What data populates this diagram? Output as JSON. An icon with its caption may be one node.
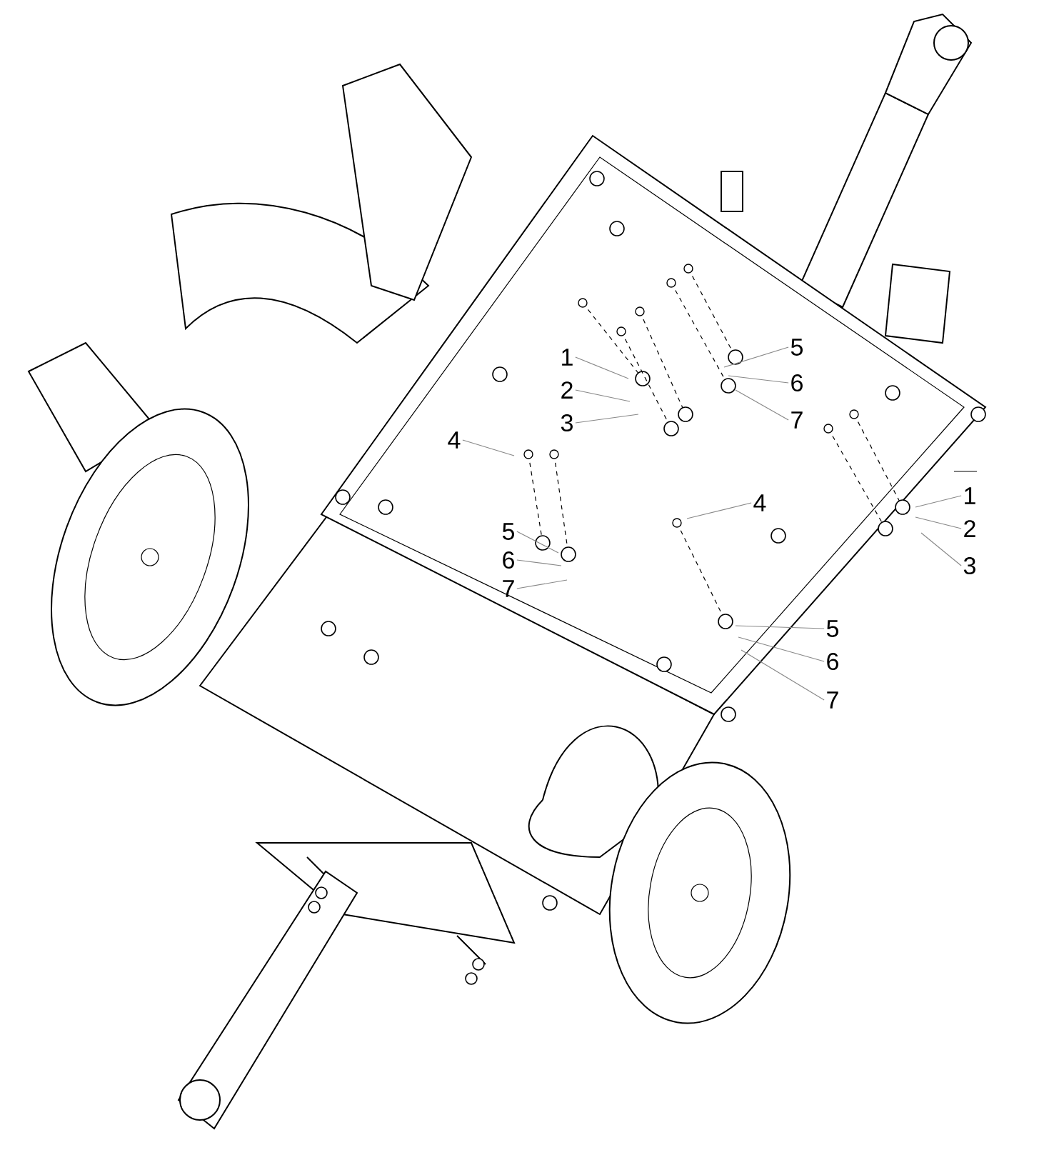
{
  "diagram": {
    "nodes": [
      {
        "text": [
          "1"
        ]
      },
      {
        "text": [
          "2"
        ]
      },
      {
        "text": [
          "3"
        ]
      },
      {
        "text": [
          "5"
        ]
      },
      {
        "text": [
          "6"
        ]
      },
      {
        "text": [
          "7"
        ]
      },
      {
        "text": [
          "4"
        ]
      },
      {
        "text": [
          "5"
        ]
      },
      {
        "text": [
          "6"
        ]
      },
      {
        "text": [
          "7"
        ]
      },
      {
        "text": [
          "4"
        ]
      },
      {
        "text": [
          "1"
        ]
      },
      {
        "text": [
          "2"
        ]
      },
      {
        "text": [
          "3"
        ]
      },
      {
        "text": [
          "5"
        ]
      },
      {
        "text": [
          "6"
        ]
      },
      {
        "text": [
          "7"
        ]
      }
    ],
    "edges": [
      {
        "from": 0,
        "to": null,
        "arrow": "none"
      },
      {
        "from": 1,
        "to": null,
        "arrow": "none"
      },
      {
        "from": 2,
        "to": null,
        "arrow": "none"
      },
      {
        "from": 3,
        "to": null,
        "arrow": "none"
      },
      {
        "from": 4,
        "to": null,
        "arrow": "none"
      },
      {
        "from": 5,
        "to": null,
        "arrow": "none"
      },
      {
        "from": 6,
        "to": null,
        "arrow": "none"
      },
      {
        "from": 7,
        "to": null,
        "arrow": "none"
      },
      {
        "from": 8,
        "to": null,
        "arrow": "none"
      },
      {
        "from": 9,
        "to": null,
        "arrow": "none"
      },
      {
        "from": 10,
        "to": null,
        "arrow": "none"
      },
      {
        "from": 11,
        "to": null,
        "arrow": "none"
      },
      {
        "from": 12,
        "to": null,
        "arrow": "none"
      },
      {
        "from": 13,
        "to": null,
        "arrow": "none"
      },
      {
        "from": 14,
        "to": null,
        "arrow": "none"
      },
      {
        "from": 15,
        "to": null,
        "arrow": "none"
      },
      {
        "from": 16,
        "to": null,
        "arrow": "none"
      }
    ]
  }
}
